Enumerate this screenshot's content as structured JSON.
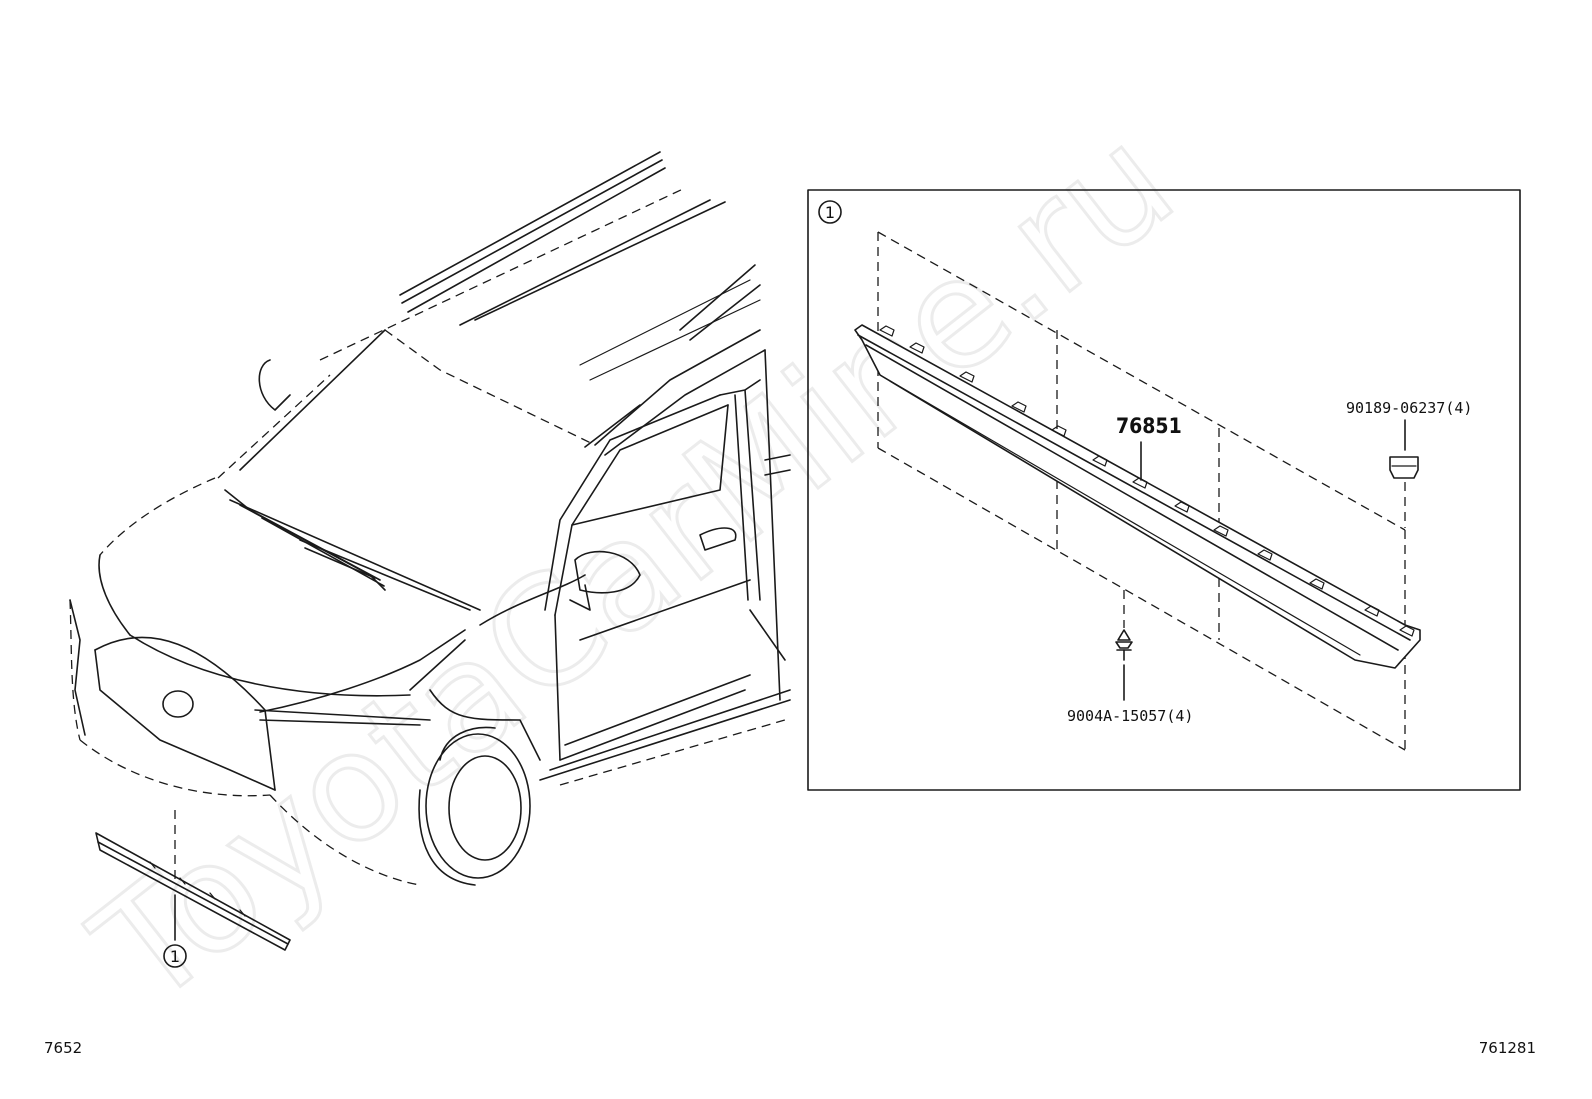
{
  "watermark": "ToyotaCarMine.ru",
  "callouts": {
    "ref_symbol": "1",
    "spoiler_part": "76851",
    "clip_top": "90189-06237(4)",
    "clip_bottom": "9004A-15057(4)"
  },
  "footer": {
    "left_code": "7652",
    "right_code": "761281"
  }
}
